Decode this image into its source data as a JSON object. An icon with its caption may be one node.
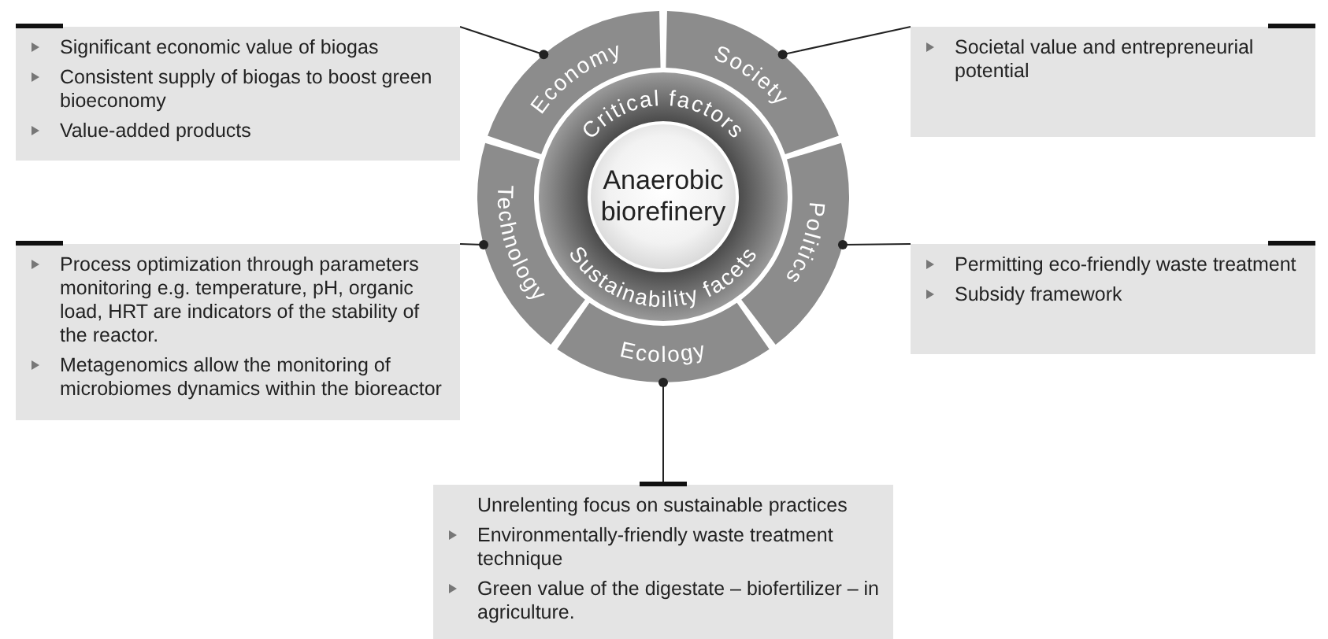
{
  "diagram": {
    "nodes": [
      {
        "text": [
          "Anaerobic biorefinery"
        ],
        "in": 1
      },
      {
        "text": [
          "Critical factors",
          "Sustainability facets"
        ]
      },
      {
        "text": [
          "Economy"
        ]
      },
      {
        "text": [
          "Society"
        ]
      },
      {
        "text": [
          "Politics"
        ]
      },
      {
        "text": [
          "Ecology"
        ]
      },
      {
        "text": [
          "Technology"
        ]
      },
      {
        "text": [
          "Significant economic value of biogas",
          "Consistent supply of biogas to boost green bioeconomy",
          "Value-added products"
        ]
      },
      {
        "text": [
          "Societal value and entrepreneurial potential"
        ]
      },
      {
        "text": [
          "Process optimization through parameters monitoring e.g. temperature, pH, organic load, HRT are indicators of the stability of the reactor.",
          "Metagenomics allow the monitoring of microbiomes dynamics within the bioreactor"
        ]
      },
      {
        "text": [
          "Permitting eco-friendly waste treatment",
          "Subsidy framework"
        ]
      },
      {
        "text": [
          "Unrelenting focus on sustainable practices",
          "Environmentally-friendly waste treatment technique",
          "Green value of the digestate – biofertilizer – in agriculture."
        ]
      }
    ],
    "edges": [
      {
        "from": 7,
        "to": 2,
        "arrow": "other"
      },
      {
        "from": 8,
        "to": 3,
        "arrow": "other"
      },
      {
        "from": 9,
        "to": 6,
        "arrow": "other"
      },
      {
        "from": 10,
        "to": 4,
        "arrow": "other"
      },
      {
        "from": 11,
        "to": 5,
        "arrow": "other"
      }
    ]
  }
}
